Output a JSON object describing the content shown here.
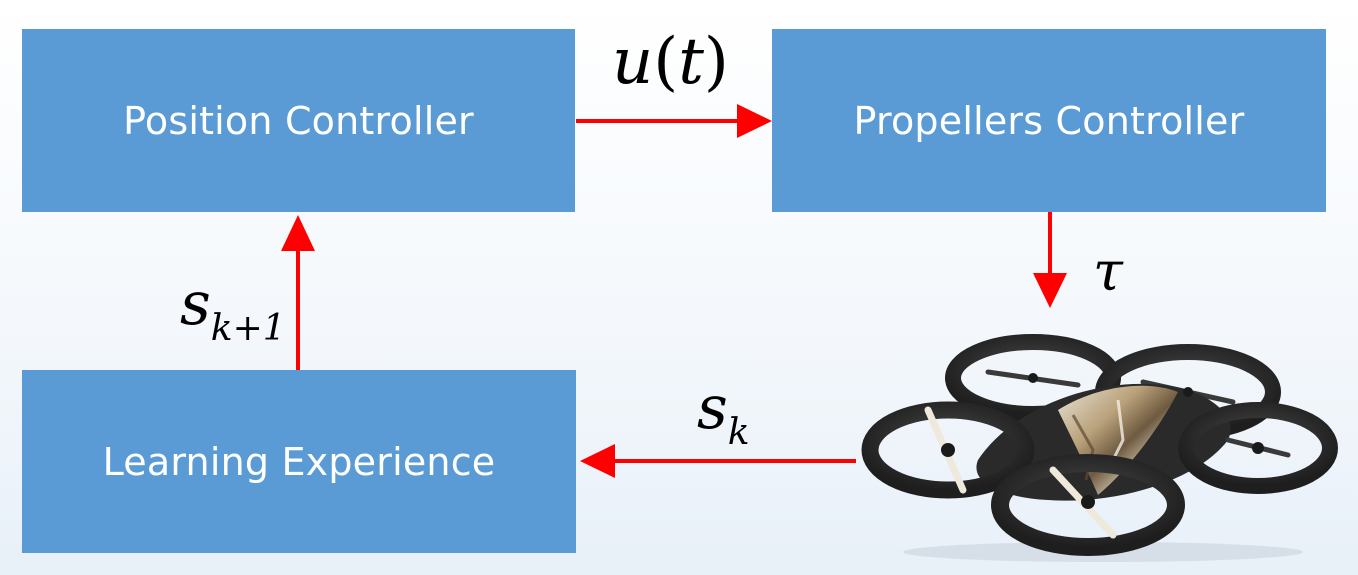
{
  "blocks": {
    "position_controller": "Position Controller",
    "propellers_controller": "Propellers Controller",
    "learning_experience": "Learning Experience"
  },
  "signals": {
    "control_input": {
      "var": "u",
      "arg": "t"
    },
    "torque": "τ",
    "next_state": {
      "var": "s",
      "sub": "k+1"
    },
    "state": {
      "var": "s",
      "sub": "k"
    }
  },
  "colors": {
    "block_fill": "#5b9bd5",
    "block_text": "#ffffff",
    "arrow": "#ff0000"
  },
  "icons": {
    "drone": "quadcopter-drone-photo"
  }
}
